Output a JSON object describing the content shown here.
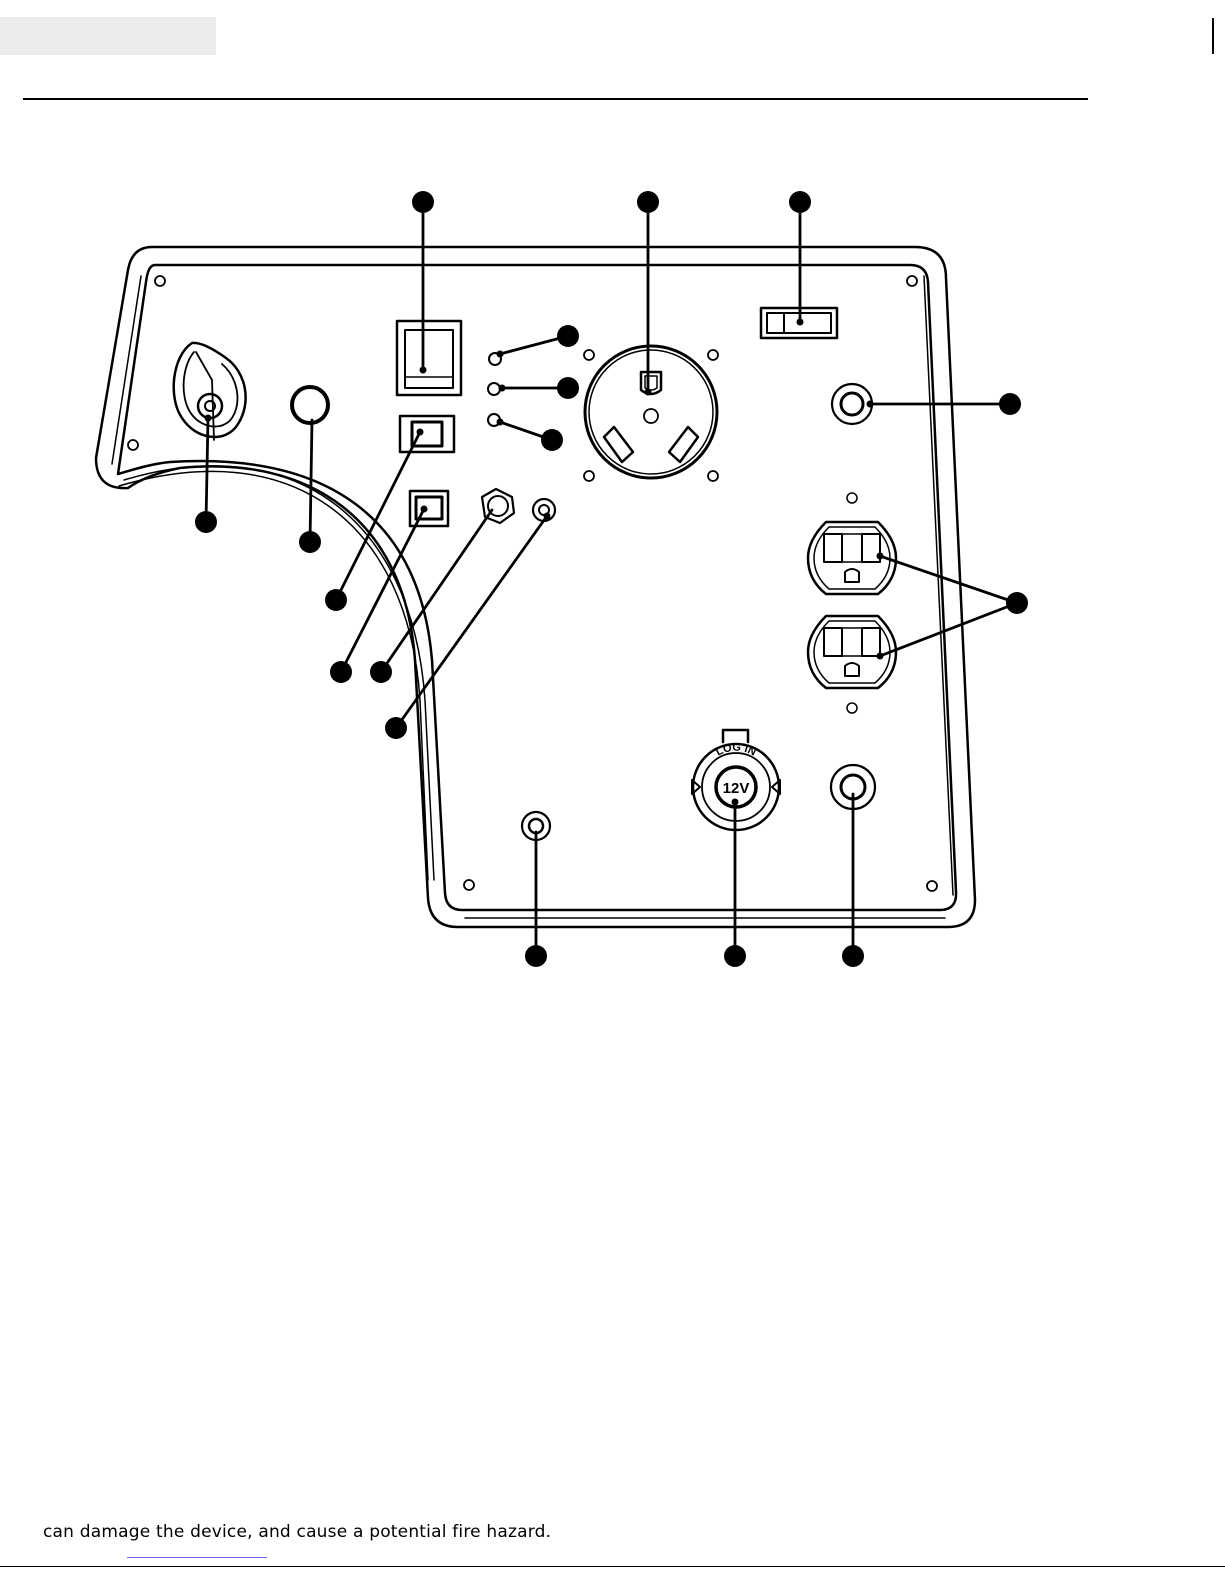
{
  "diagram": {
    "outlet_label_12v": "12V",
    "cigarette_outlet_ring_text": "LOG IN"
  },
  "footer": {
    "text": "can damage the device, and cause a potential fire hazard."
  },
  "colors": {
    "ink": "#000000",
    "header_tab": "#ececec",
    "link_underline": "#6a6ae8"
  }
}
